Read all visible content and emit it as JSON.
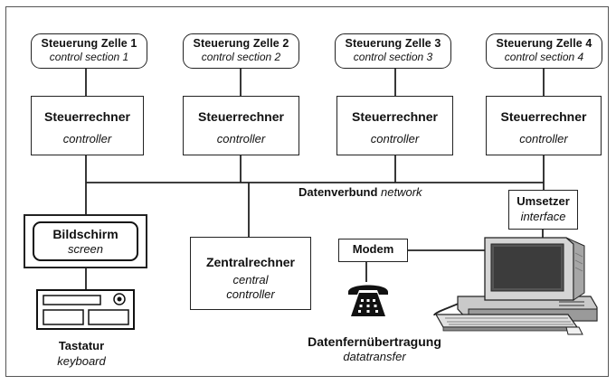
{
  "cells": [
    {
      "de": "Steuerung Zelle 1",
      "en": "control section 1"
    },
    {
      "de": "Steuerung Zelle 2",
      "en": "control section 2"
    },
    {
      "de": "Steuerung Zelle 3",
      "en": "control section 3"
    },
    {
      "de": "Steuerung Zelle 4",
      "en": "control section 4"
    }
  ],
  "controllers": [
    {
      "de": "Steuerrechner",
      "en": "controller"
    },
    {
      "de": "Steuerrechner",
      "en": "controller"
    },
    {
      "de": "Steuerrechner",
      "en": "controller"
    },
    {
      "de": "Steuerrechner",
      "en": "controller"
    }
  ],
  "network": {
    "de": "Datenverbund",
    "en": "network"
  },
  "interface": {
    "de": "Umsetzer",
    "en": "interface"
  },
  "screen": {
    "de": "Bildschirm",
    "en": "screen"
  },
  "keyboard": {
    "de": "Tastatur",
    "en": "keyboard"
  },
  "central": {
    "de": "Zentralrechner",
    "en1": "central",
    "en2": "controller"
  },
  "modem": {
    "de": "Modem"
  },
  "transfer": {
    "de": "Datenfernübertragung",
    "en": "datatransfer"
  },
  "icons": [
    "telephone-icon",
    "computer-workstation-icon",
    "keyboard-icon"
  ]
}
